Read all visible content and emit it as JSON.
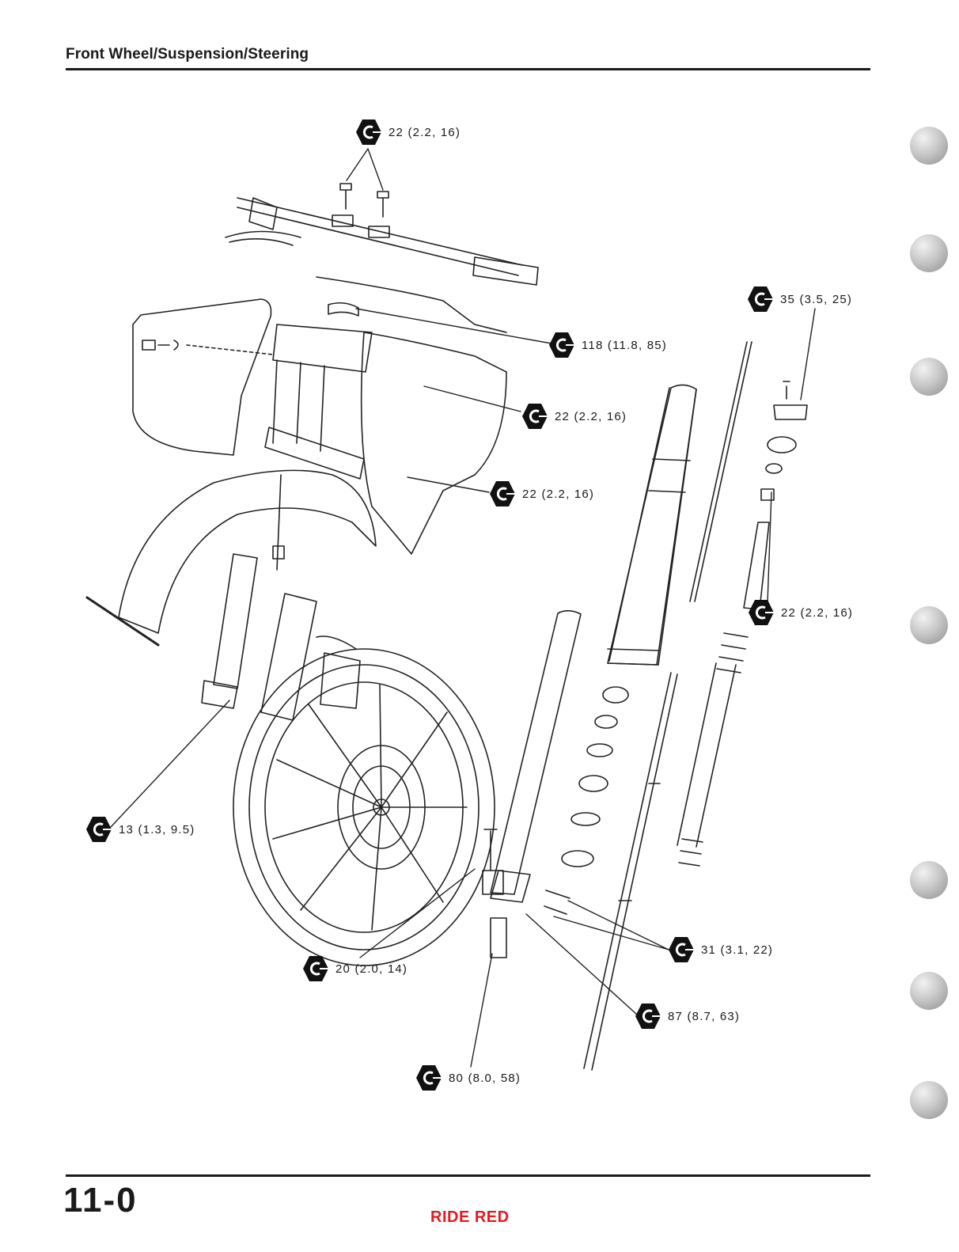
{
  "header": {
    "title": "Front Wheel/Suspension/Steering"
  },
  "footer": {
    "page_number": "11-0",
    "watermark": "RIDE RED"
  },
  "icons": {
    "torque": "torque-wrench-icon"
  },
  "callouts": [
    {
      "value": "22 (2.2, 16)"
    },
    {
      "value": "35 (3.5, 25)"
    },
    {
      "value": "118 (11.8, 85)"
    },
    {
      "value": "22 (2.2, 16)"
    },
    {
      "value": "22 (2.2, 16)"
    },
    {
      "value": "22 (2.2, 16)"
    },
    {
      "value": "13 (1.3, 9.5)"
    },
    {
      "value": "31 (3.1, 22)"
    },
    {
      "value": "20 (2.0, 14)"
    },
    {
      "value": "87 (8.7, 63)"
    },
    {
      "value": "80 (8.0, 58)"
    }
  ]
}
